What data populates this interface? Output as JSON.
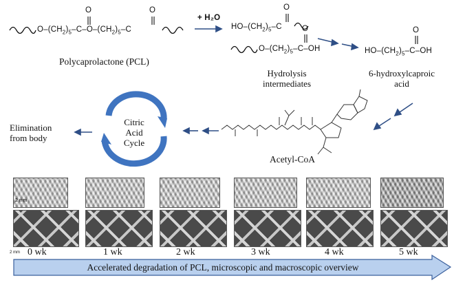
{
  "chemistry": {
    "water": "+ H₂O",
    "pcl_formula_left": "O–(CH",
    "pcl_formula_mid": "–C–O–(CH",
    "pcl_formula_right": "–C",
    "sub2": "2",
    "sub5": "5",
    "oxygen": "O",
    "intermediate_a": "HO–(CH",
    "intermediate_a_tail": "–C",
    "intermediate_b_tail": "–C–OH",
    "product": "HO–(CH",
    "product_tail": "–C–OH"
  },
  "labels": {
    "pcl": "Polycaprolactone (PCL)",
    "hydrolysis_line1": "Hydrolysis",
    "hydrolysis_line2": "intermediates",
    "hydroxy_line1": "6-hydroxylcaproic",
    "hydroxy_line2": "acid",
    "acetyl": "Acetyl-CoA",
    "citric_line1": "Citric",
    "citric_line2": "Acid",
    "citric_line3": "Cycle",
    "elim_line1": "Elimination",
    "elim_line2": "from body"
  },
  "timeline": {
    "scale_label": "2 mm",
    "sem_scale": "2 mm",
    "weeks": [
      "0 wk",
      "1 wk",
      "2 wk",
      "3 wk",
      "4 wk",
      "5 wk"
    ],
    "banner": "Accelerated degradation of PCL, microscopic and macroscopic overview"
  },
  "colors": {
    "arrow_blue": "#2f4f86",
    "cycle_blue": "#3f74c0",
    "banner_fill": "#b9d0ee",
    "banner_stroke": "#3a5f9c"
  }
}
